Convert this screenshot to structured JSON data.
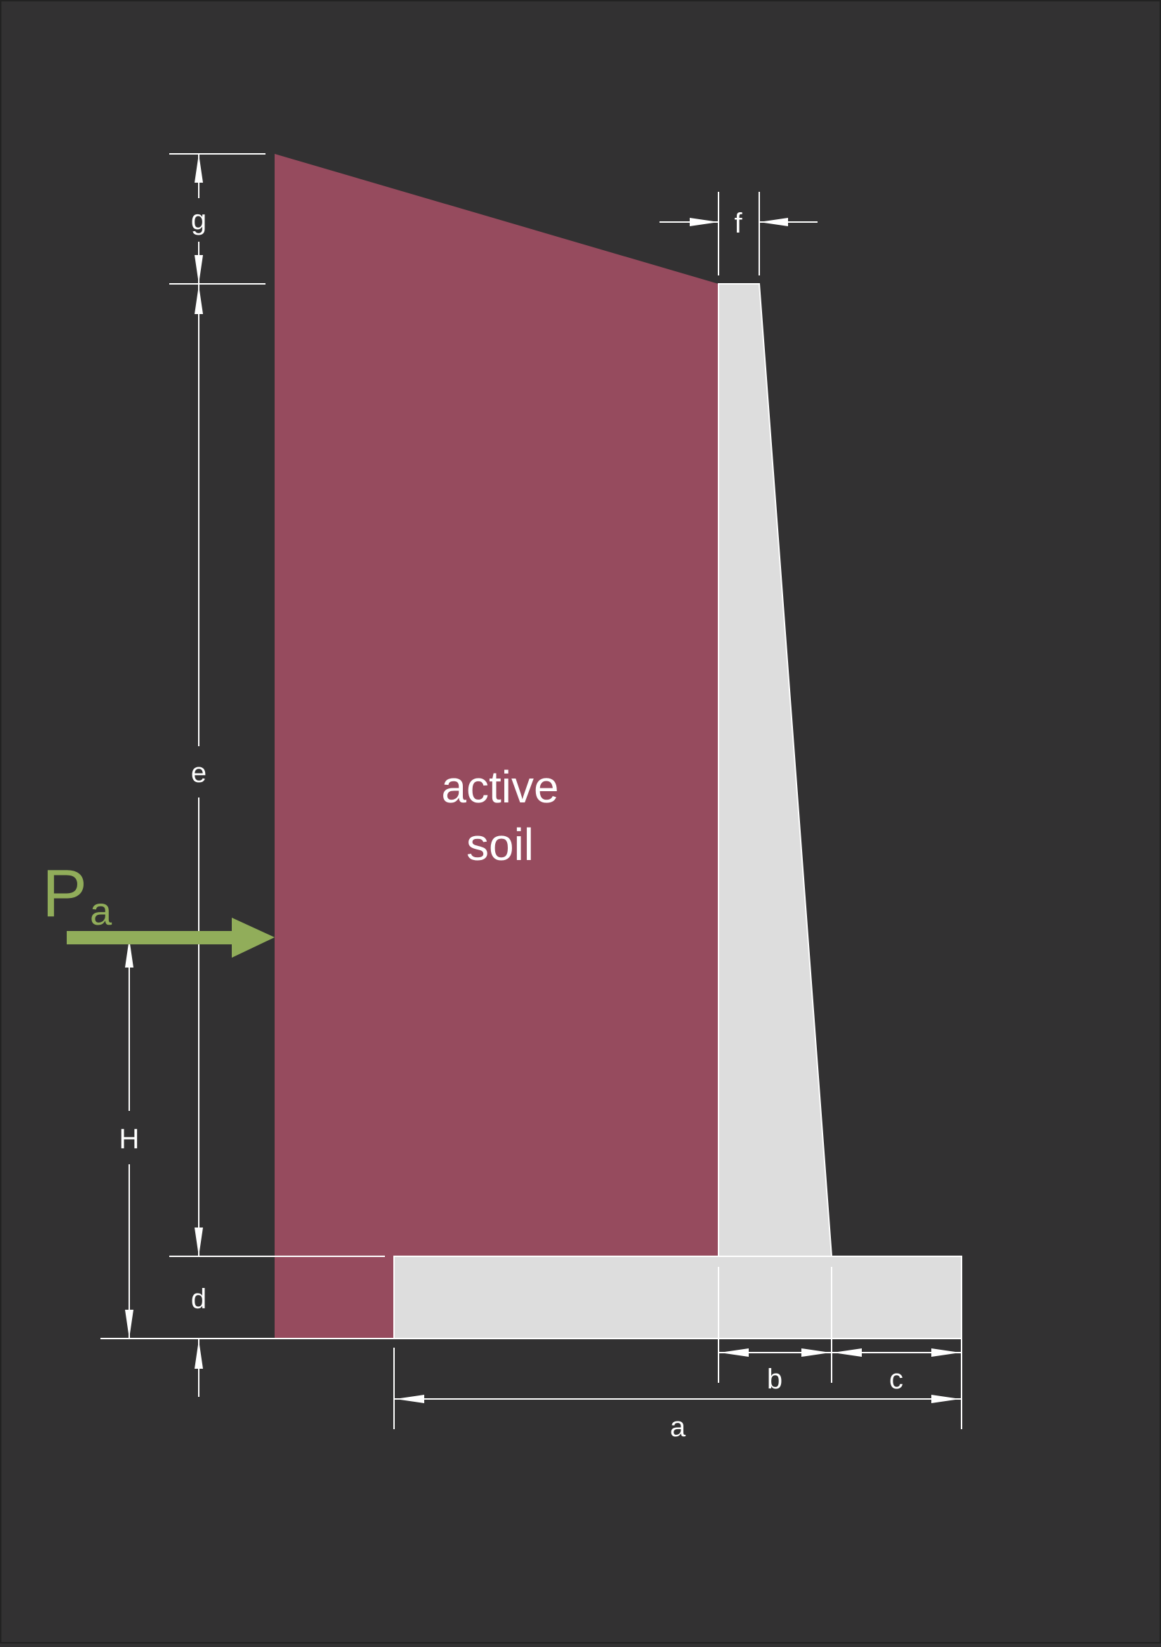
{
  "colors": {
    "background": "#323132",
    "active_soil": "#964b5e",
    "wall": "#dddddd",
    "dimension_lines": "#ffffff",
    "force_arrow": "#91ad5a"
  },
  "soil": {
    "label_line1": "active",
    "label_line2": "soil"
  },
  "force": {
    "symbol": "P",
    "subscript": "a"
  },
  "dimensions": {
    "a": "a",
    "b": "b",
    "c": "c",
    "d": "d",
    "e": "e",
    "f": "f",
    "g": "g",
    "H": "H"
  }
}
